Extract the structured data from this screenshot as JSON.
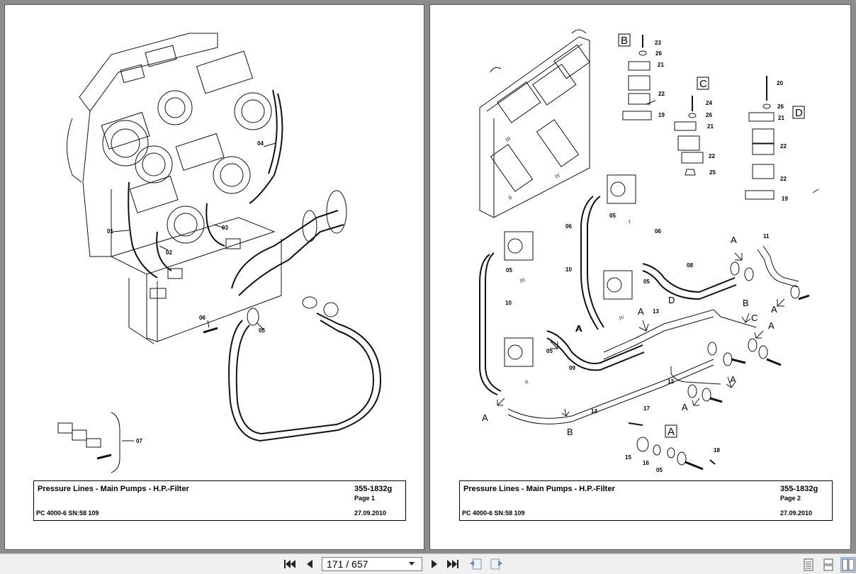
{
  "pages": [
    {
      "title": "Pressure Lines - Main Pumps - H.P.-Filter",
      "code": "355-1832g",
      "page_label": "Page 1",
      "model": "PC 4000-6 SN:58 109",
      "date": "27.09.2010",
      "callouts": [
        "04",
        "01",
        "02",
        "03",
        "06",
        "05",
        "07"
      ]
    },
    {
      "title": "Pressure Lines - Main Pumps - H.P.-Filter",
      "code": "355-1832g",
      "page_label": "Page 2",
      "model": "PC 4000-6 SN:58 109",
      "date": "27.09.2010",
      "box_labels": [
        "B",
        "C",
        "D",
        "A"
      ],
      "callouts": [
        "23",
        "26",
        "21",
        "22",
        "19",
        "24",
        "26",
        "21",
        "22",
        "25",
        "20",
        "26",
        "21",
        "22",
        "22",
        "19",
        "06",
        "05",
        "05",
        "10",
        "06",
        "08",
        "05",
        "11",
        "10",
        "13",
        "05",
        "09",
        "12",
        "14",
        "17",
        "18",
        "15",
        "16",
        "05"
      ],
      "letters": [
        "A",
        "A",
        "D",
        "A",
        "B",
        "C",
        "A",
        "A",
        "A",
        "A",
        "A",
        "B",
        "A"
      ],
      "roman": [
        "III",
        "II",
        "IV",
        "I",
        "III",
        "II",
        "IV"
      ]
    }
  ],
  "toolbar": {
    "page_value": "171 / 657",
    "icons": [
      "first-page-icon",
      "previous-page-icon",
      "next-page-icon",
      "last-page-icon",
      "go-back-icon",
      "go-forward-icon",
      "single-page-view-icon",
      "continuous-view-icon",
      "facing-pages-view-icon"
    ]
  }
}
